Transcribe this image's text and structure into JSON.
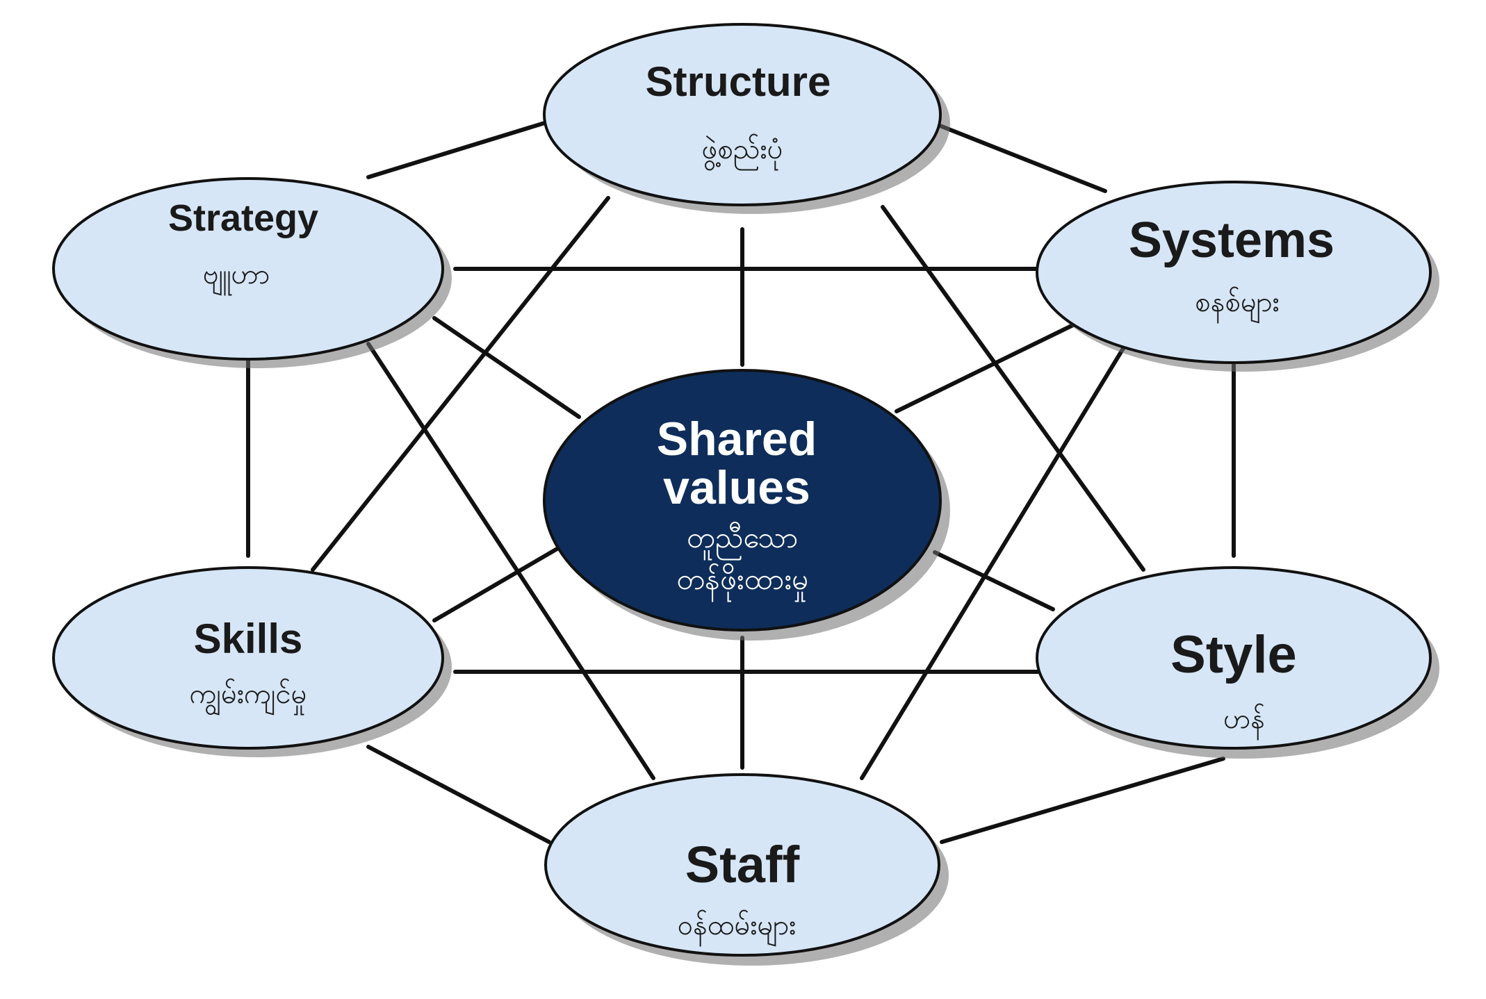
{
  "nodes": {
    "structure": {
      "title": "Structure",
      "subtitle": "ဖွဲ့စည်းပုံ"
    },
    "strategy": {
      "title": "Strategy",
      "subtitle": "ဗျူဟာ"
    },
    "systems": {
      "title": "Systems",
      "subtitle": "စနစ်များ"
    },
    "shared_values": {
      "title_line1": "Shared",
      "title_line2": "values",
      "subtitle_line1": "တူညီသော",
      "subtitle_line2": "တန်ဖိုးထားမှု"
    },
    "skills": {
      "title": "Skills",
      "subtitle": "ကျွမ်းကျင်မှု"
    },
    "style": {
      "title": "Style",
      "subtitle": "ဟန်"
    },
    "staff": {
      "title": "Staff",
      "subtitle": "ဝန်ထမ်းများ"
    }
  },
  "colors": {
    "node_fill": "#d6e6f6",
    "center_fill": "#0e2d5a",
    "line": "#111111"
  }
}
